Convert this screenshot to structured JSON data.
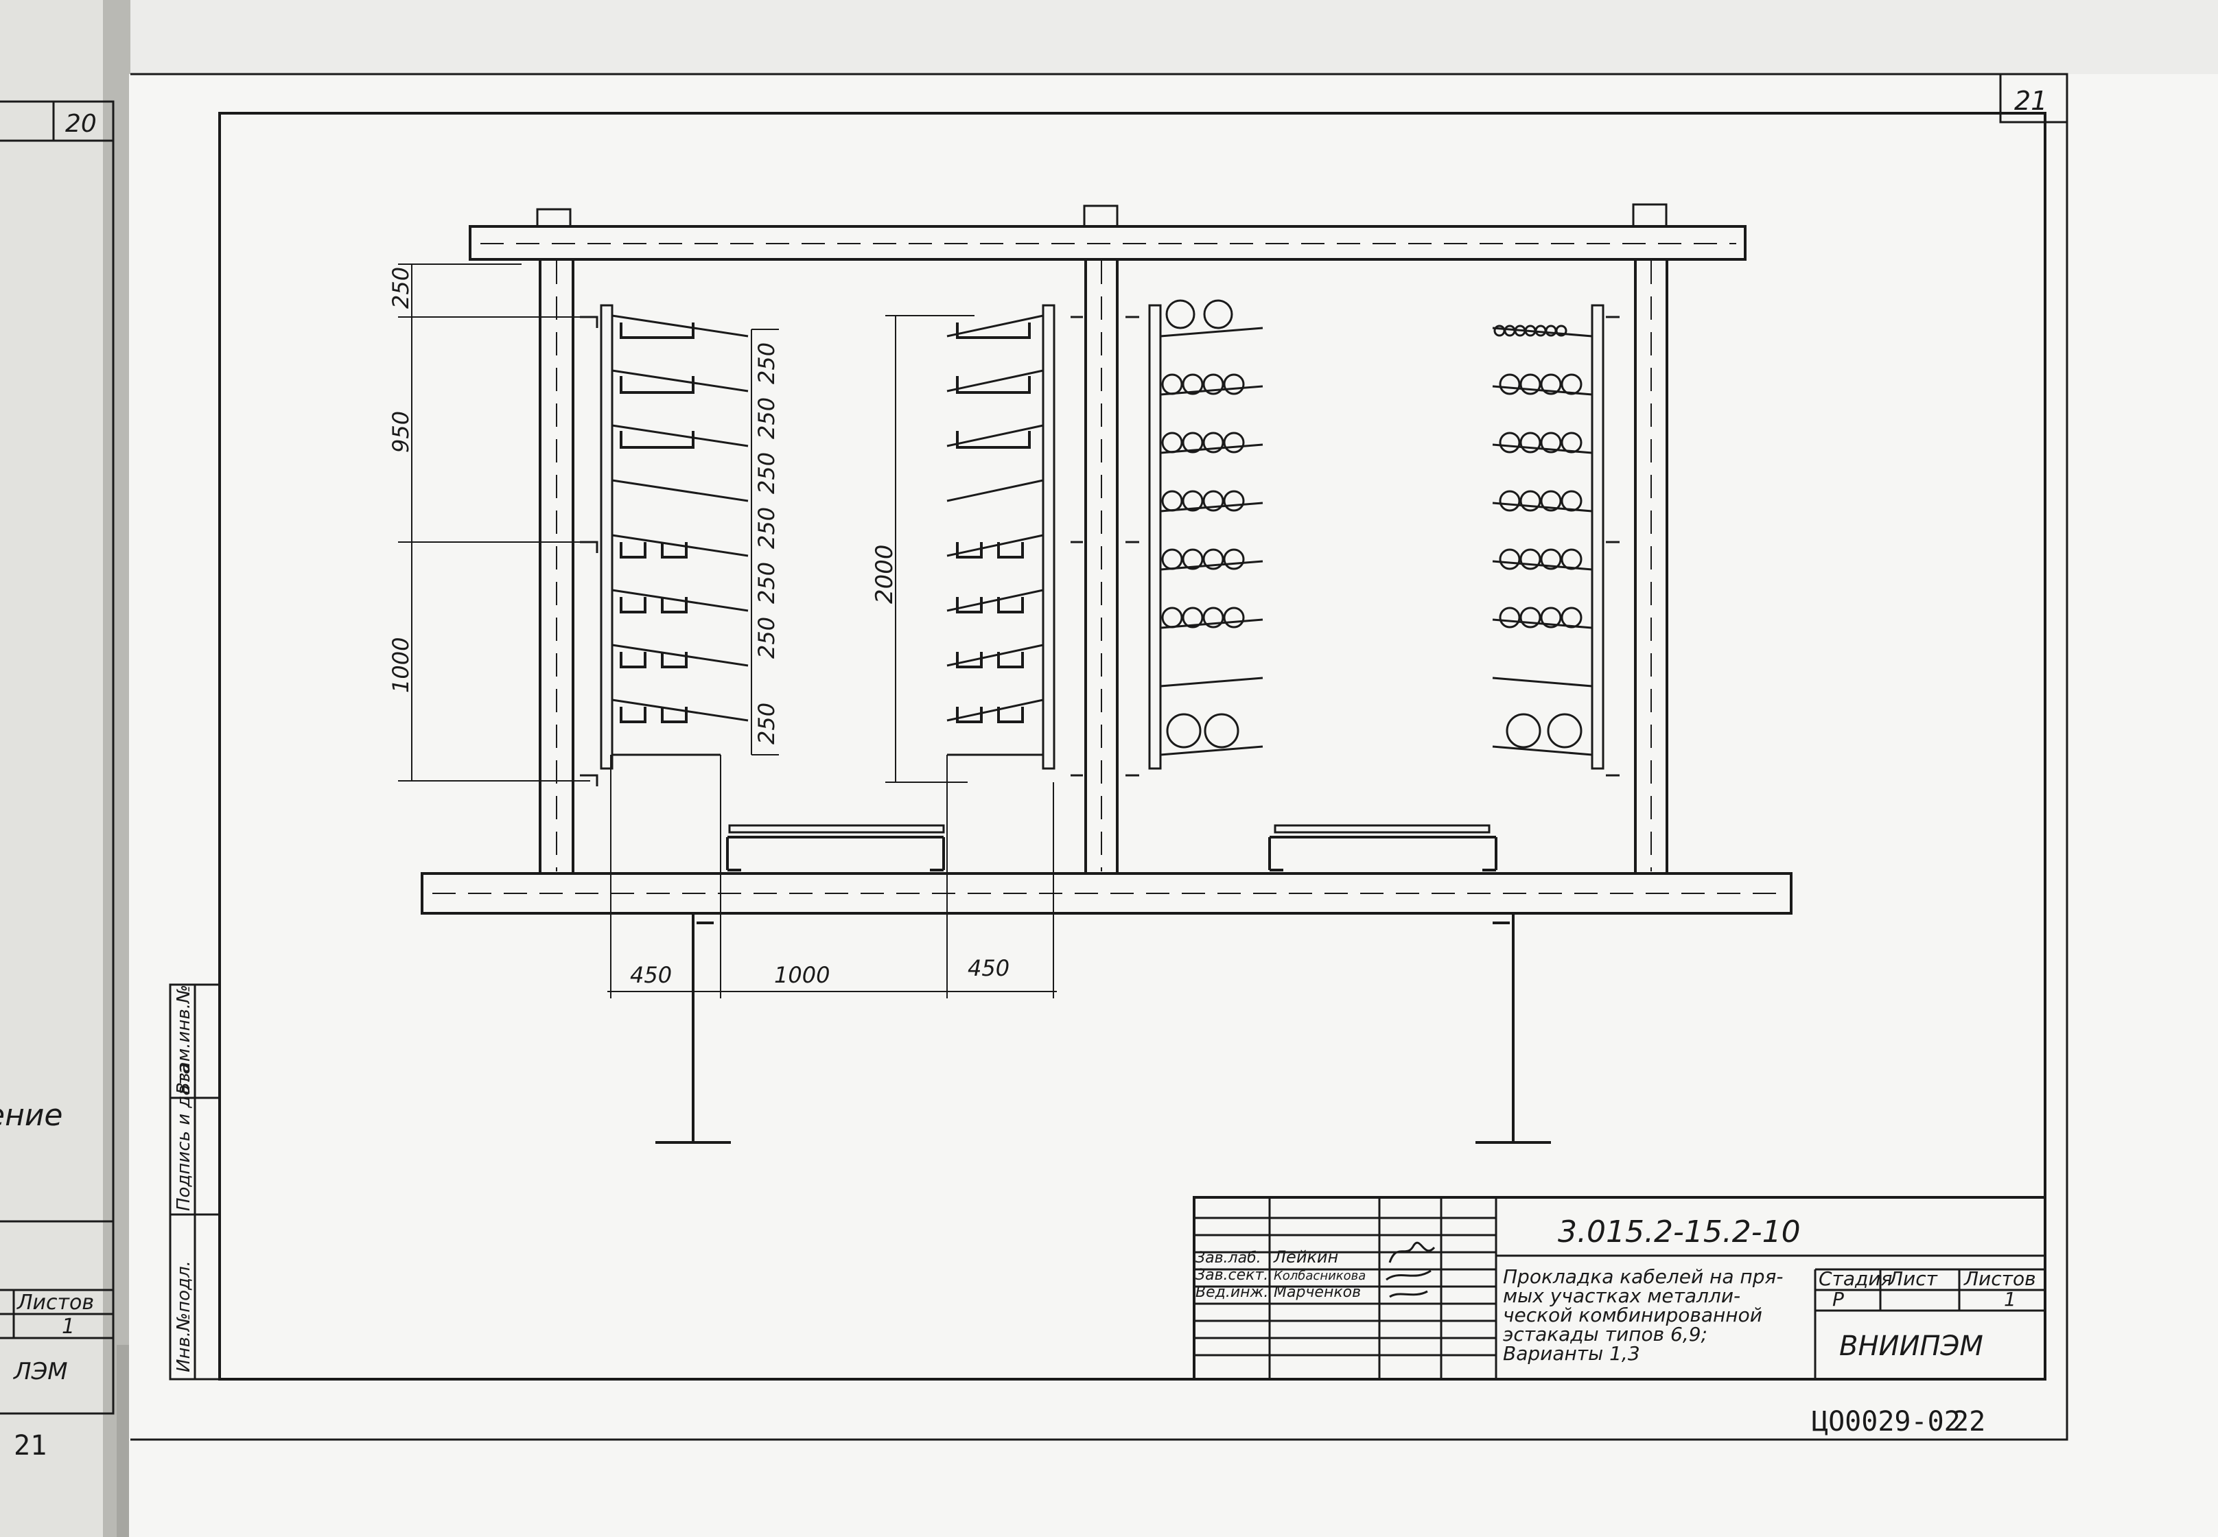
{
  "prev_page": {
    "page_number": "20",
    "caption_fragment": "ение",
    "sheets_header_fragment": "Листов",
    "sheets_value": "1",
    "org_fragment": "ЛЭМ",
    "bottom_number": "21"
  },
  "sheet": {
    "page_number": "21",
    "archive_code": "ЦО0029-02",
    "archive_page": "22"
  },
  "side_stamp": {
    "cells": [
      "Инв.№подл.",
      "Подпись и дата",
      "Взам.инв.№"
    ]
  },
  "drawing": {
    "dims_left_vertical": [
      "250",
      "950",
      "1000"
    ],
    "dims_shelf_spacing": [
      "250",
      "250",
      "250",
      "250",
      "250",
      "250",
      "250"
    ],
    "dim_total_height": "2000",
    "dims_bottom": [
      "450",
      "1000",
      "450"
    ]
  },
  "title_block": {
    "doc_code": "3.015.2-15.2-10",
    "title_lines": [
      "Прокладка кабелей на пря-",
      "мых участках металли-",
      "ческой комбинированной",
      "эстакады типов 6,9;",
      "Варианты 1,3"
    ],
    "stage_header": "Стадия",
    "sheet_header": "Лист",
    "sheets_header": "Листов",
    "stage_value": "Р",
    "sheets_value": "1",
    "organization": "ВНИИПЭМ",
    "signatures": [
      {
        "role": "Зав.лаб.",
        "name": "Лейкин"
      },
      {
        "role": "Зав.сект.",
        "name": "Колбасникова"
      },
      {
        "role": "Вед.инж.",
        "name": "Марченков"
      }
    ]
  }
}
